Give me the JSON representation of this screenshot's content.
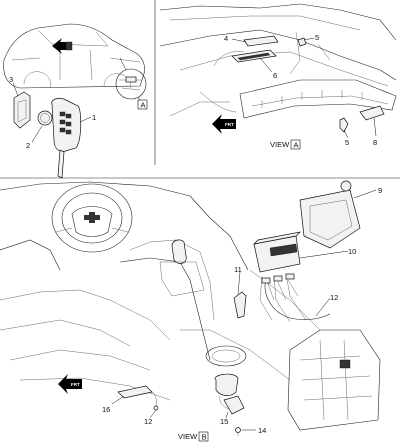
{
  "diagram": {
    "callouts": {
      "c1": "1",
      "c2": "2",
      "c3": "3",
      "c4": "4",
      "c5a": "5",
      "c5b": "5",
      "c6": "6",
      "c8": "8",
      "c9": "9",
      "c10": "10",
      "c11": "11",
      "c12": "12",
      "c14": "14",
      "c15": "15",
      "c16": "16"
    },
    "view_a": {
      "prefix": "VIEW",
      "letter": "A"
    },
    "view_b": {
      "prefix": "VIEW",
      "letter": "B"
    },
    "box_a_letter": "A",
    "box_b_letter": "B",
    "front_label": "FRT",
    "colors": {
      "line": "#222222",
      "fill": "#f2f2f2",
      "dark": "#333333",
      "arrow": "#000000"
    }
  }
}
